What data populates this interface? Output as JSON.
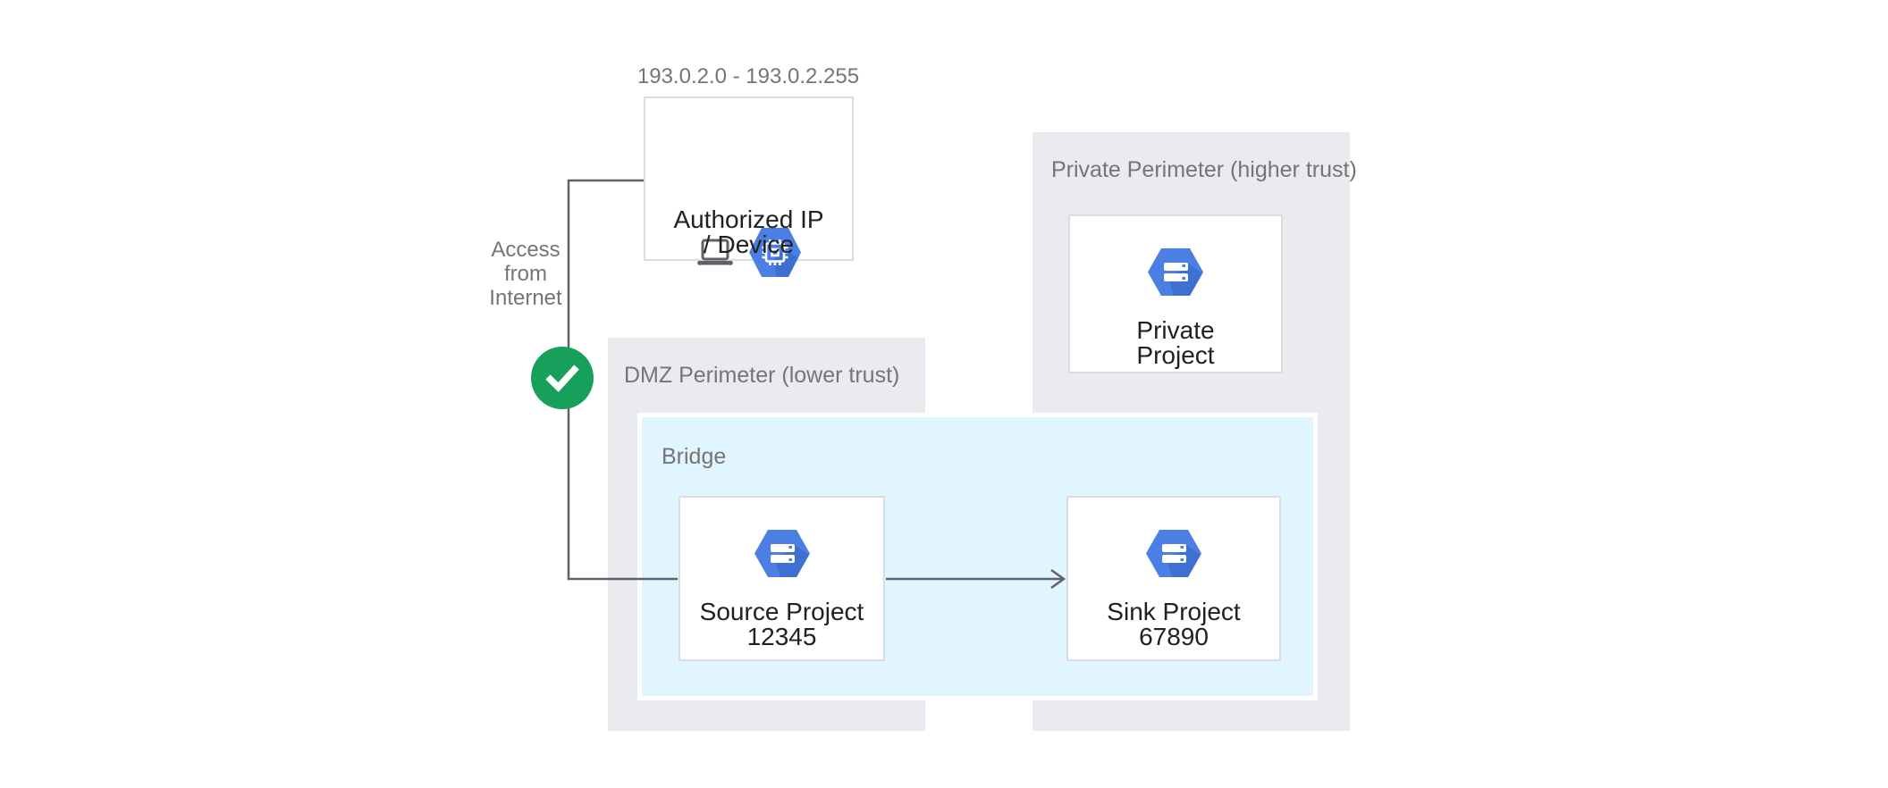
{
  "diagram": {
    "kind": "vpc-service-perimeter-architecture",
    "annotations": {
      "ip_range": "193.0.2.0 - 193.0.2.255",
      "access_note": {
        "line1": "Access",
        "line2": "from",
        "line3": "Internet"
      }
    },
    "containers": {
      "dmz": {
        "label": "DMZ Perimeter (lower trust)"
      },
      "private_perimeter": {
        "label": "Private Perimeter (higher trust)"
      },
      "bridge": {
        "label": "Bridge"
      }
    },
    "nodes": {
      "authorized": {
        "line1": "Authorized IP",
        "line2": "/ Device",
        "icons": [
          "laptop-icon",
          "compute-engine-icon"
        ]
      },
      "private_project": {
        "line1": "Private",
        "line2": "Project",
        "icon": "gcp-project-icon"
      },
      "source_project": {
        "line1": "Source Project",
        "line2": "12345",
        "icon": "gcp-project-icon"
      },
      "sink_project": {
        "line1": "Sink Project",
        "line2": "67890",
        "icon": "gcp-project-icon"
      }
    },
    "connectors": {
      "access_path": "authorized-device-to-source-project",
      "flow_arrow": "source-project-to-sink-project",
      "badge": "check-icon"
    },
    "colors": {
      "perimeter_bg": "#E9EBEE",
      "bridge_bg": "#E1F5FE",
      "bridge_border": "#FFFFFF",
      "node_border": "#DADCE0",
      "connector_line": "#5F6368",
      "check_green": "#16A05C",
      "hexagon_blue": "#4C7FE4",
      "hexagon_shadow": "#3A6BCB",
      "label_gray": "#757575",
      "text_dark": "#212121"
    }
  }
}
